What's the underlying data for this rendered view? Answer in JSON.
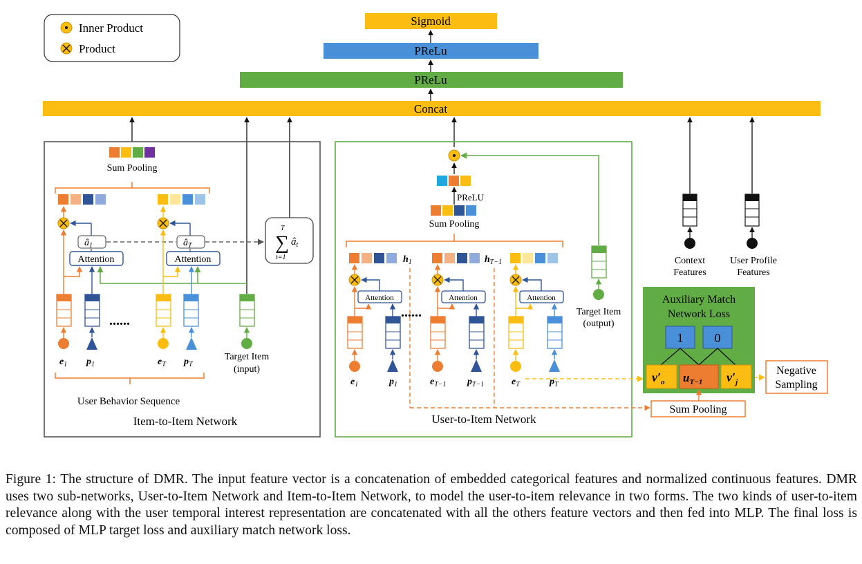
{
  "legend": {
    "inner_product": "Inner Product",
    "product": "Product"
  },
  "mlp": {
    "sigmoid": "Sigmoid",
    "prelu_top": "PReLu",
    "prelu_bottom": "PReLu",
    "concat": "Concat"
  },
  "i2i": {
    "title": "Item-to-Item Network",
    "sum_pooling": "Sum Pooling",
    "attention_1": "Attention",
    "attention_T": "Attention",
    "a_hat_1": "â",
    "a_hat_1_sub": "1",
    "a_hat_T": "â",
    "a_hat_T_sub": "T",
    "sum_sigma": "∑",
    "sum_top": "T",
    "sum_bottom": "t=1",
    "sum_term": "â",
    "sum_term_sub": "t",
    "dots": "......",
    "e1": "e",
    "e1_sub": "1",
    "p1": "p",
    "p1_sub": "1",
    "eT": "e",
    "eT_sub": "T",
    "pT": "p",
    "pT_sub": "T",
    "target_item": "Target Item",
    "target_item_sub": "(input)",
    "user_behavior_sequence": "User Behavior Sequence"
  },
  "u2i": {
    "title": "User-to-Item Network",
    "prelu": "PReLU",
    "sum_pooling": "Sum Pooling",
    "attention": [
      "Attention",
      "Attention",
      "Attention"
    ],
    "h1": "h",
    "h1_sub": "1",
    "hT1": "h",
    "hT1_sub": "T−1",
    "dots": "......",
    "e1": "e",
    "e1_sub": "1",
    "p1": "p",
    "p1_sub": "1",
    "eT1": "e",
    "eT1_sub": "T−1",
    "pT1": "p",
    "pT1_sub": "T−1",
    "eT": "e",
    "eT_sub": "T",
    "pT": "p",
    "pT_sub": "T",
    "target_item": "Target Item",
    "target_item_sub": "(output)"
  },
  "side": {
    "context_1": "Context",
    "context_2": "Features",
    "profile_1": "User Profile",
    "profile_2": "Features"
  },
  "aux": {
    "title_1": "Auxiliary Match",
    "title_2": "Network Loss",
    "one": "1",
    "zero": "0",
    "vo": "v′",
    "vo_sub": "o",
    "u": "u",
    "u_sub": "T−1",
    "vj": "v′",
    "vj_sub": "j",
    "neg_1": "Negative",
    "neg_2": "Sampling",
    "sum_pooling": "Sum Pooling"
  },
  "caption": "Figure 1: The structure of DMR. The input feature vector is a concatenation of embedded categorical features and normalized continuous features. DMR uses two sub-networks, User-to-Item Network and Item-to-Item Network, to model the user-to-item relevance in two forms. The two kinds of user-to-item relevance along with the user temporal interest representation are concatenated with all the others feature vectors and then fed into MLP. The final loss is composed of MLP target loss and auxiliary match network loss.",
  "colors": {
    "gold": "#FBBD12",
    "blue": "#4A90D9",
    "green": "#62AC45",
    "orange": "#ED7D31",
    "navy": "#2F5597",
    "purple": "#7030A0",
    "cyan": "#1FA8E0",
    "lightblue": "#8FAADC",
    "peach": "#F4B183",
    "paleyellow": "#FFE699",
    "gray": "#555555"
  }
}
